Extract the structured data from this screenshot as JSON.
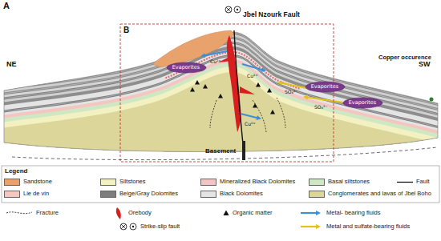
{
  "diagram": {
    "nodes": [
      {
        "text": [
          "Evaporites"
        ]
      },
      {
        "text": [
          "Evaporites"
        ]
      },
      {
        "text": [
          "Evaporites"
        ]
      }
    ],
    "labels": [
      "A",
      "B",
      "NE",
      "SW",
      "Jbel Nzourk Fault",
      "Copper occurence",
      "Basement",
      "Cu²⁺",
      "Cu²⁺",
      "SO₄²⁻",
      "SO₄²⁻",
      "Cu²⁺",
      "Legend"
    ],
    "legend": [
      {
        "text": "Sandstone",
        "color": "#e9a26c"
      },
      {
        "text": "Siltstones",
        "color": "#f3f0c2"
      },
      {
        "text": "Mineralized Black Dolomites",
        "color": "#f2c4c4"
      },
      {
        "text": "Basal siltstones",
        "color": "#cfe8c4"
      },
      {
        "text": "Fault"
      },
      {
        "text": "Lie de vin",
        "color": "#f5c5c0"
      },
      {
        "text": "Beige/Gray Dolomites",
        "color": "#7d7d7d"
      },
      {
        "text": "Black Dolomites",
        "color": "#e4e4e4"
      },
      {
        "text": "Conglomerates and lavas of Jbel Boho",
        "color": "#dcd69a"
      },
      {
        "text": "Fracture"
      },
      {
        "text": "Orebody"
      },
      {
        "text": "Organic matter"
      },
      {
        "text": "Metal- bearing fluids"
      },
      {
        "text": "Strike-slip fault"
      },
      {
        "text": "Metal and sulfate-bearing fluids"
      }
    ]
  }
}
